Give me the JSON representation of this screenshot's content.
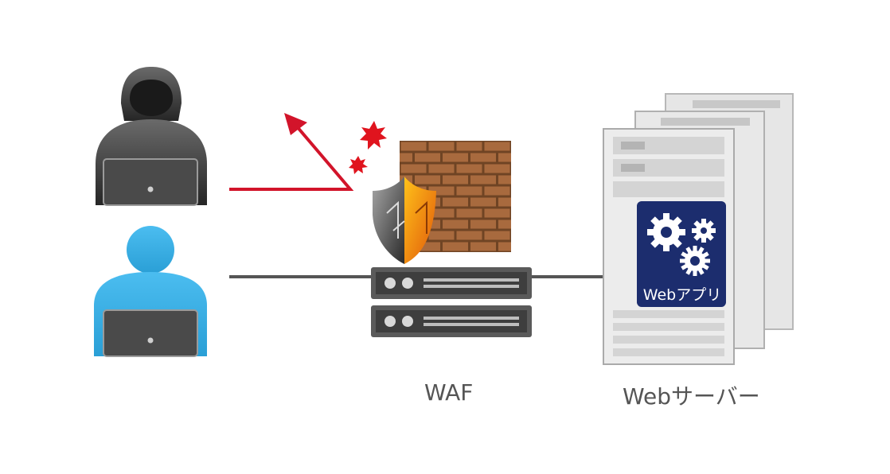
{
  "labels": {
    "waf": "WAF",
    "web_server": "Webサーバー",
    "web_app": "Webアプリ"
  },
  "icons": {
    "attacker": "hooded-attacker-icon",
    "user": "user-laptop-icon",
    "firewall": "brick-firewall-icon",
    "shield": "shield-icon",
    "waf_appliance": "rack-appliance-icon",
    "servers": "server-rack-icon",
    "app_gears": "gears-icon"
  },
  "colors": {
    "attack_arrow": "#d2142a",
    "normal_arrow": "#555555",
    "user": "#3fb4e6",
    "attacker": "#3c3c3c",
    "brick": "#a0663c",
    "app_panel": "#1c2d6e",
    "shield_orange": "#f07a14"
  }
}
